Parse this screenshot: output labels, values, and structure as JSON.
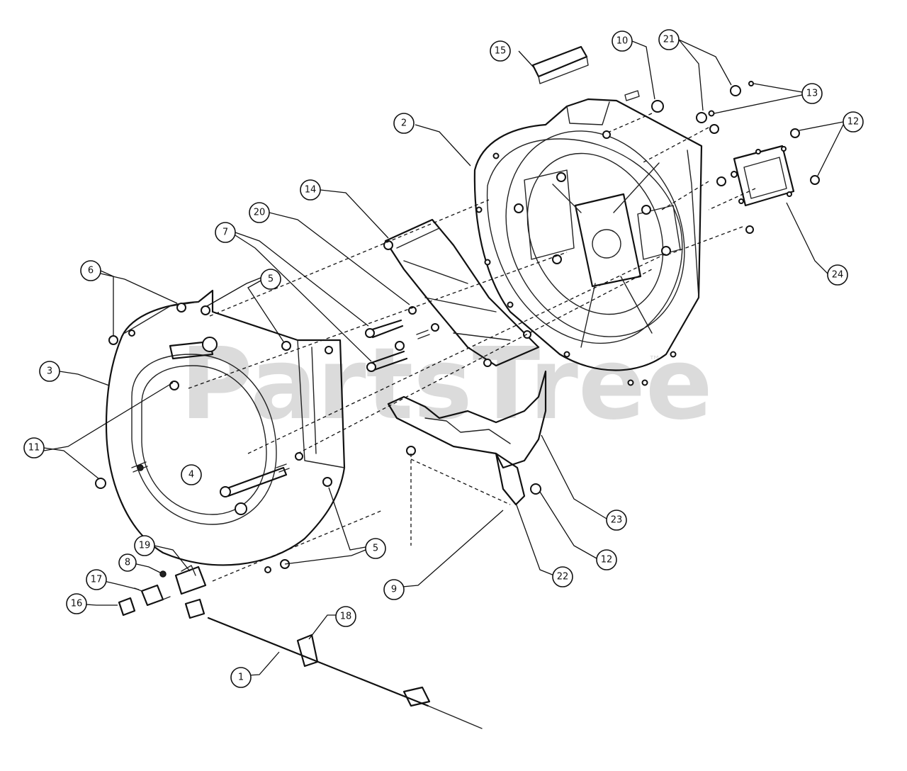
{
  "watermark": {
    "text": "PartsTree",
    "trademark": "™"
  },
  "callouts": [
    {
      "id": "15",
      "label": "15"
    },
    {
      "id": "10",
      "label": "10"
    },
    {
      "id": "21",
      "label": "21"
    },
    {
      "id": "13",
      "label": "13"
    },
    {
      "id": "2",
      "label": "2"
    },
    {
      "id": "12a",
      "label": "12"
    },
    {
      "id": "14",
      "label": "14"
    },
    {
      "id": "20",
      "label": "20"
    },
    {
      "id": "7",
      "label": "7"
    },
    {
      "id": "6",
      "label": "6"
    },
    {
      "id": "5a",
      "label": "5"
    },
    {
      "id": "24",
      "label": "24"
    },
    {
      "id": "3",
      "label": "3"
    },
    {
      "id": "11",
      "label": "11"
    },
    {
      "id": "4",
      "label": "4"
    },
    {
      "id": "23",
      "label": "23"
    },
    {
      "id": "5b",
      "label": "5"
    },
    {
      "id": "12b",
      "label": "12"
    },
    {
      "id": "19",
      "label": "19"
    },
    {
      "id": "8",
      "label": "8"
    },
    {
      "id": "22",
      "label": "22"
    },
    {
      "id": "9",
      "label": "9"
    },
    {
      "id": "17",
      "label": "17"
    },
    {
      "id": "16",
      "label": "16"
    },
    {
      "id": "18",
      "label": "18"
    },
    {
      "id": "1",
      "label": "1"
    }
  ]
}
